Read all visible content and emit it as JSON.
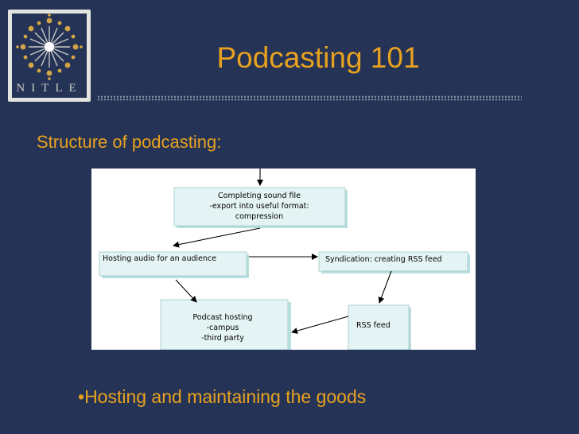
{
  "slide": {
    "title": "Podcasting 101",
    "subtitle": "Structure of podcasting:",
    "bullet": "Hosting and maintaining the goods",
    "logo_text": "NITLE"
  },
  "diagram": {
    "nodes": {
      "sound_file": [
        "Completing sound file",
        "-export into useful format:",
        "compression"
      ],
      "hosting_audio": [
        "Hosting audio for an audience"
      ],
      "syndication": [
        "Syndication: creating RSS feed"
      ],
      "podcast_hosting": [
        "Podcast hosting",
        "-campus",
        "-third party"
      ],
      "rss_feed": [
        "RSS feed"
      ]
    }
  },
  "colors": {
    "background": "#253356",
    "accent": "#e8a21f",
    "node_fill": "#e4f3f3",
    "node_shadow": "#b8dedd"
  }
}
